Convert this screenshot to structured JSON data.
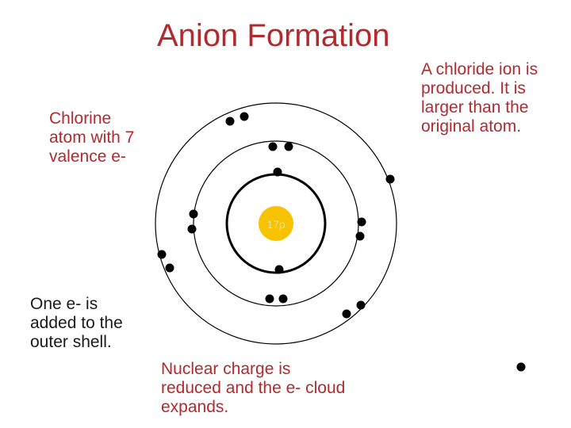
{
  "slide": {
    "title": "Anion Formation",
    "label_chlorine": "Chlorine\natom with 7\nvalence e-",
    "label_added": "One e- is\nadded to the\nouter shell.",
    "label_chloride": "A chloride ion is\nproduced.  It is\nlarger than the\noriginal atom.",
    "label_nuclear": "Nuclear charge is\nreduced and the e- cloud\nexpands."
  },
  "diagram": {
    "nucleus_label": "17p",
    "colors": {
      "title": "#b22a2e",
      "nucleus_fill": "#f7c200",
      "nucleus_text": "#e8e0a0",
      "electron": "#000000",
      "shell": "#000000"
    }
  }
}
